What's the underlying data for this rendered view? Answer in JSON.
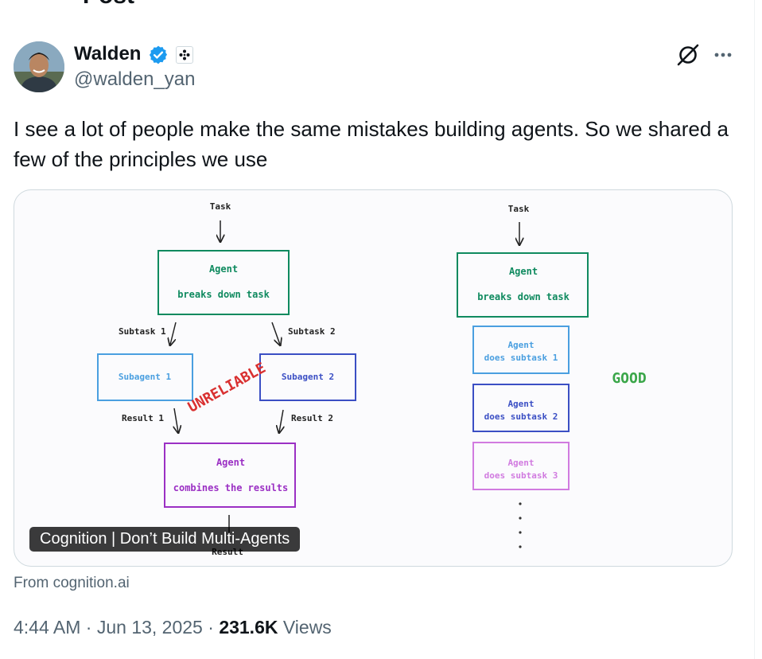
{
  "post": {
    "header_partial": "Post",
    "author": {
      "name": "Walden",
      "handle": "@walden_yan"
    },
    "text": "I see a lot of people make the same mistakes building agents. So we shared a few of the principles we use",
    "card": {
      "title": "Cognition | Don’t Build Multi-Agents",
      "source": "From cognition.ai"
    },
    "meta": {
      "time": "4:44 AM",
      "sep1": " · ",
      "date": "Jun 13, 2025",
      "sep2": " · ",
      "views_count": "231.6K",
      "views_label": " Views"
    }
  },
  "diagram": {
    "left": {
      "task": "Task",
      "agent_title": "Agent",
      "agent_sub": "breaks down task",
      "subtask1": "Subtask 1",
      "subtask2": "Subtask 2",
      "subagent1": "Subagent 1",
      "subagent2": "Subagent 2",
      "unreliable": "UNRELIABLE",
      "result1": "Result 1",
      "result2": "Result 2",
      "combine_title": "Agent",
      "combine_sub": "combines the results",
      "result": "Result"
    },
    "right": {
      "task": "Task",
      "agent_title": "Agent",
      "agent_sub": "breaks down task",
      "step1_title": "Agent",
      "step1_sub": "does subtask 1",
      "step2_title": "Agent",
      "step2_sub": "does subtask 2",
      "step3_title": "Agent",
      "step3_sub": "does subtask 3",
      "good": "GOOD"
    }
  },
  "colors": {
    "verified": "#1d9bf0",
    "agent_green": "#0f8a5f",
    "subagent_blue": "#4a9fe0",
    "subagent_indigo": "#3b4fc4",
    "agent_purple": "#9b30c4",
    "light_purple": "#d17be0",
    "unreliable_red": "#d93030",
    "good_green": "#3aa649"
  },
  "icons": [
    "verified-badge-icon",
    "affiliate-badge-icon",
    "grok-icon",
    "more-options-icon"
  ]
}
